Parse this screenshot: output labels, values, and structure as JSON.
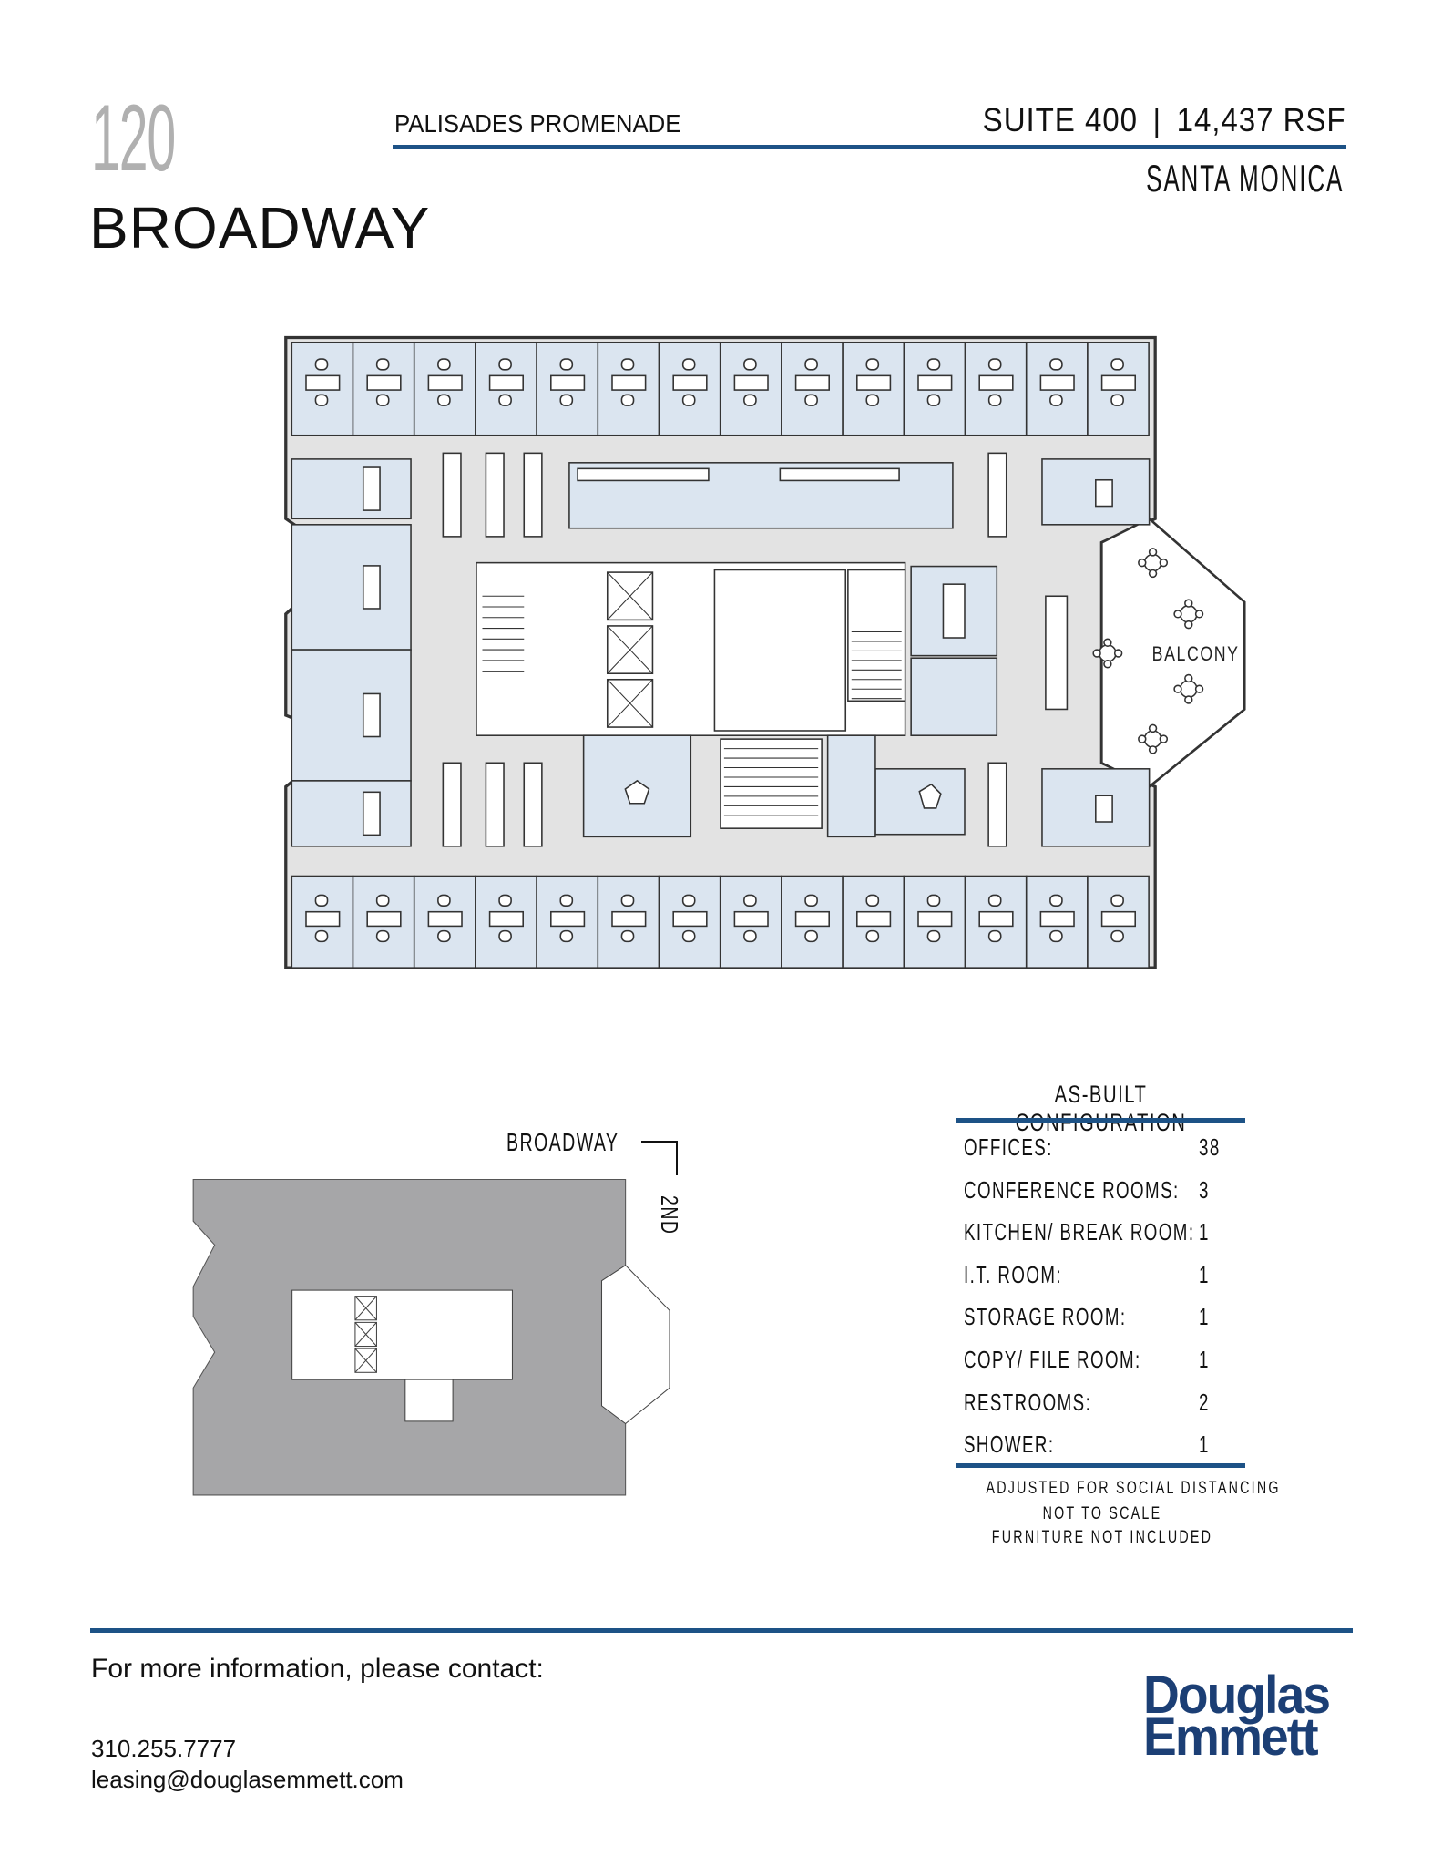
{
  "header": {
    "building_number": "120",
    "building_street": "BROADWAY",
    "project": "PALISADES PROMENADE",
    "suite": "SUITE 400",
    "separator": "|",
    "area": "14,437 RSF",
    "city": "SANTA MONICA"
  },
  "colors": {
    "accent_blue": "#1d5286",
    "room_fill": "#dbe5f0",
    "corridor_fill": "#e3e3e3",
    "keyplan_fill": "#a6a6a8",
    "logo_blue": "#1c3f75"
  },
  "floor_plan": {
    "balcony_label": "BALCONY"
  },
  "key_plan": {
    "street_label": "BROADWAY",
    "street_side_label": "2ND"
  },
  "configuration": {
    "title": "AS-BUILT CONFIGURATION",
    "rows": [
      {
        "label": "OFFICES:",
        "value": "38"
      },
      {
        "label": "CONFERENCE ROOMS:",
        "value": "3"
      },
      {
        "label": "KITCHEN/ BREAK ROOM:",
        "value": "1"
      },
      {
        "label": "I.T. ROOM:",
        "value": "1"
      },
      {
        "label": "STORAGE ROOM:",
        "value": "1"
      },
      {
        "label": "COPY/ FILE ROOM:",
        "value": "1"
      },
      {
        "label": "RESTROOMS:",
        "value": "2"
      },
      {
        "label": "SHOWER:",
        "value": "1"
      }
    ],
    "notes": [
      "ADJUSTED FOR SOCIAL DISTANCING",
      "NOT TO SCALE",
      "FURNITURE NOT INCLUDED"
    ]
  },
  "contact": {
    "heading": "For more information, please contact:",
    "phone": "310.255.7777",
    "email": "leasing@douglasemmett.com"
  },
  "logo": {
    "line1": "Douglas",
    "line2": "Emmett"
  }
}
